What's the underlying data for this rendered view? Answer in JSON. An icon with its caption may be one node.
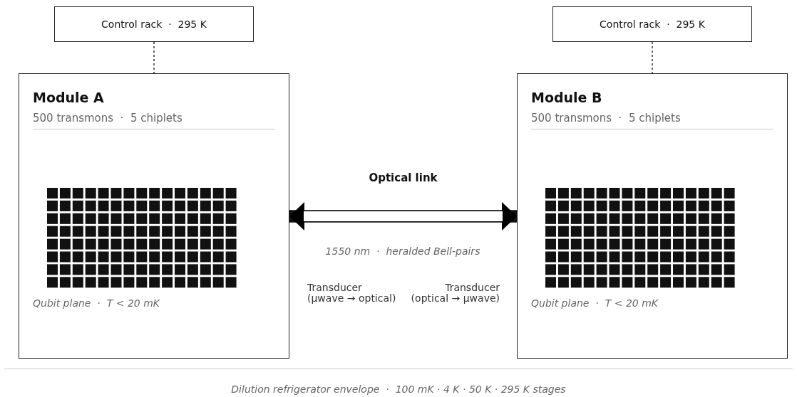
{
  "diagram": {
    "caption": "Dilution refrigerator envelope  ·  100 mK · 4 K · 50 K · 295 K stages",
    "nodes": [
      {
        "text": [
          "Control rack  ·  295 K"
        ]
      },
      {
        "text": [
          "Module A",
          "500 transmons  ·  5 chiplets",
          "Qubit plane  ·  T < 20 mK"
        ]
      },
      {
        "text": [
          "Control rack  ·  295 K"
        ]
      },
      {
        "text": [
          "Module B",
          "500 transmons  ·  5 chiplets",
          "Qubit plane  ·  T < 20 mK"
        ]
      }
    ],
    "edges": [
      {
        "from": 0,
        "to": 1,
        "arrow": "none",
        "style": "dashed"
      },
      {
        "from": 2,
        "to": 3,
        "arrow": "none",
        "style": "dashed"
      },
      {
        "from": 1,
        "to": 3,
        "arrow": "both",
        "style": "thick",
        "label": "Optical link"
      }
    ],
    "labels": [
      "1550 nm  ·  heralded Bell-pairs",
      "Transducer (µwave → optical)",
      "Transducer (optical → µwave)"
    ]
  }
}
